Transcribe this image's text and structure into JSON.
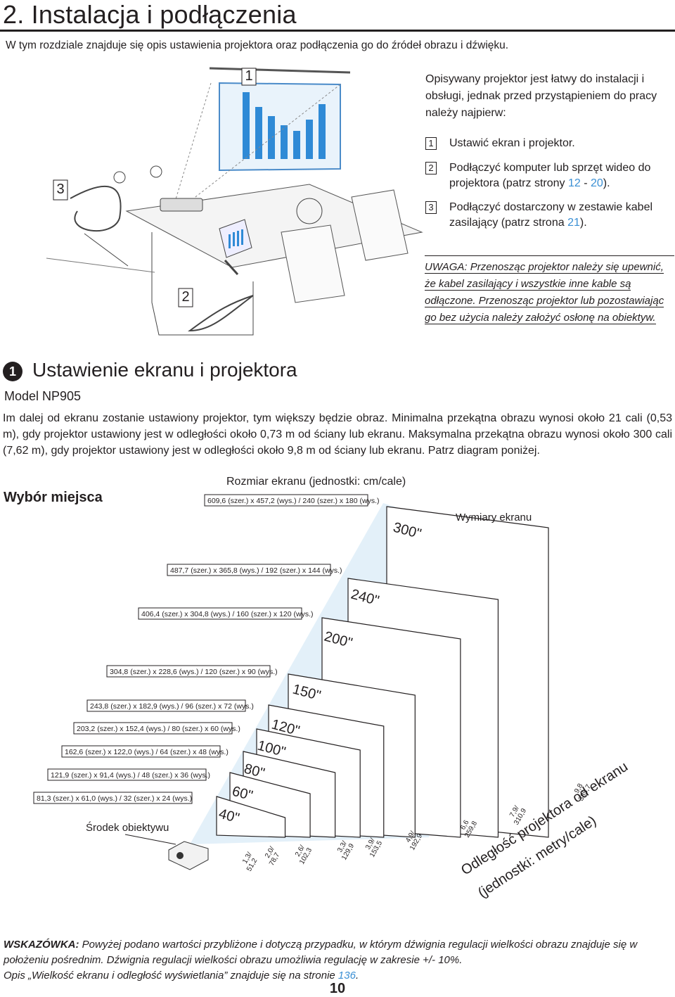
{
  "header": {
    "title": "2. Instalacja i podłączenia",
    "intro": "W tym rozdziale znajduje się opis ustawienia projektora oraz podłączenia go do źródeł obrazu i dźwięku."
  },
  "illustration": {
    "callout_1": "1",
    "callout_2": "2",
    "callout_3": "3"
  },
  "sidebar": {
    "desc": "Opisywany projektor jest łatwy do instalacji i obsługi, jednak przed przystąpieniem do pracy należy najpierw:",
    "steps": [
      {
        "num": "1",
        "text": "Ustawić ekran i projektor."
      },
      {
        "num": "2",
        "text_a": "Podłączyć komputer lub sprzęt wideo do projektora (patrz strony ",
        "link_a": "12",
        "sep": " - ",
        "link_b": "20",
        "text_b": ")."
      },
      {
        "num": "3",
        "text_a": "Podłączyć dostarczony w zestawie kabel zasilający (patrz strona ",
        "link_a": "21",
        "text_b": ")."
      }
    ],
    "note": "UWAGA: Przenosząc projektor należy się upewnić, że kabel zasilający i wszystkie inne kable są odłączone. Przenosząc projektor lub pozostawiając go bez użycia należy założyć osłonę na obiektyw."
  },
  "section": {
    "icon": "1",
    "title": "Ustawienie ekranu i projektora",
    "model": "Model NP905",
    "body": "Im dalej od ekranu zostanie ustawiony projektor, tym większy będzie obraz. Minimalna przekątna obrazu wynosi około 21 cali (0,53 m), gdy projektor ustawiony jest w odległości około 0,73 m od ściany lub ekranu. Maksymalna przekątna obrazu wynosi około 300 cali (7,62 m), gdy projektor ustawiony jest w odległości około 9,8 m od ściany lub ekranu. Patrz diagram poniżej.",
    "place_label": "Wybór miejsca"
  },
  "diagram": {
    "title": "Rozmiar ekranu (jednostki: cm/cale)",
    "screen_dims_label": "Wymiary ekranu",
    "lens_center_label": "Środek obiektywu",
    "distance_axis_label_1": "Odległość projektora od ekranu",
    "distance_axis_label_2": "(jednostki: metry/cale)",
    "screens": [
      {
        "size": "300\"",
        "dims": "609,6 (szer.) x 457,2 (wys.) / 240 (szer.) x 180 (wys.)"
      },
      {
        "size": "240\"",
        "dims": "487,7 (szer.) x 365,8 (wys.) / 192 (szer.) x 144 (wys.)"
      },
      {
        "size": "200\"",
        "dims": "406,4 (szer.) x 304,8 (wys.) / 160 (szer.) x 120 (wys.)"
      },
      {
        "size": "150\"",
        "dims": "304,8 (szer.) x 228,6 (wys.) / 120 (szer.) x 90 (wys.)"
      },
      {
        "size": "120\"",
        "dims": "243,8 (szer.) x 182,9 (wys.) / 96 (szer.) x 72 (wys.)"
      },
      {
        "size": "100\"",
        "dims": "203,2 (szer.) x 152,4 (wys.) / 80 (szer.) x 60 (wys.)"
      },
      {
        "size": "80\"",
        "dims": "162,6 (szer.) x 122,0 (wys.) / 64 (szer.) x 48 (wys.)"
      },
      {
        "size": "60\"",
        "dims": "121,9 (szer.) x 91,4 (wys.) / 48 (szer.) x 36 (wys.)"
      },
      {
        "size": "40\"",
        "dims": "81,3 (szer.) x 61,0 (wys.) / 32 (szer.) x 24 (wys.)"
      }
    ],
    "distances": [
      {
        "m": "1,3/",
        "in": "51,2"
      },
      {
        "m": "2,0/",
        "in": "78,7"
      },
      {
        "m": "2,6/",
        "in": "102,3"
      },
      {
        "m": "3,3/",
        "in": "129,9"
      },
      {
        "m": "3,9/",
        "in": "153,5"
      },
      {
        "m": "4,9/",
        "in": "192,9"
      },
      {
        "m": "6,6",
        "in": "259,8"
      },
      {
        "m": "7,9/",
        "in": "310,9"
      },
      {
        "m": "9,8",
        "in": "385,7"
      }
    ]
  },
  "footer": {
    "hint_bold": "WSKAZÓWKA:",
    "hint_text": " Powyżej podano wartości przybliżone i dotyczą przypadku, w którym dźwignia regulacji wielkości obrazu znajduje się w położeniu pośrednim. Dźwignia regulacji wielkości obrazu umożliwia regulację w zakresie +/- 10%.",
    "hint_ref_a": "Opis „Wielkość ekranu i odległość wyświetlania” znajduje się na stronie ",
    "hint_ref_link": "136",
    "hint_ref_b": ".",
    "page_number": "10"
  }
}
